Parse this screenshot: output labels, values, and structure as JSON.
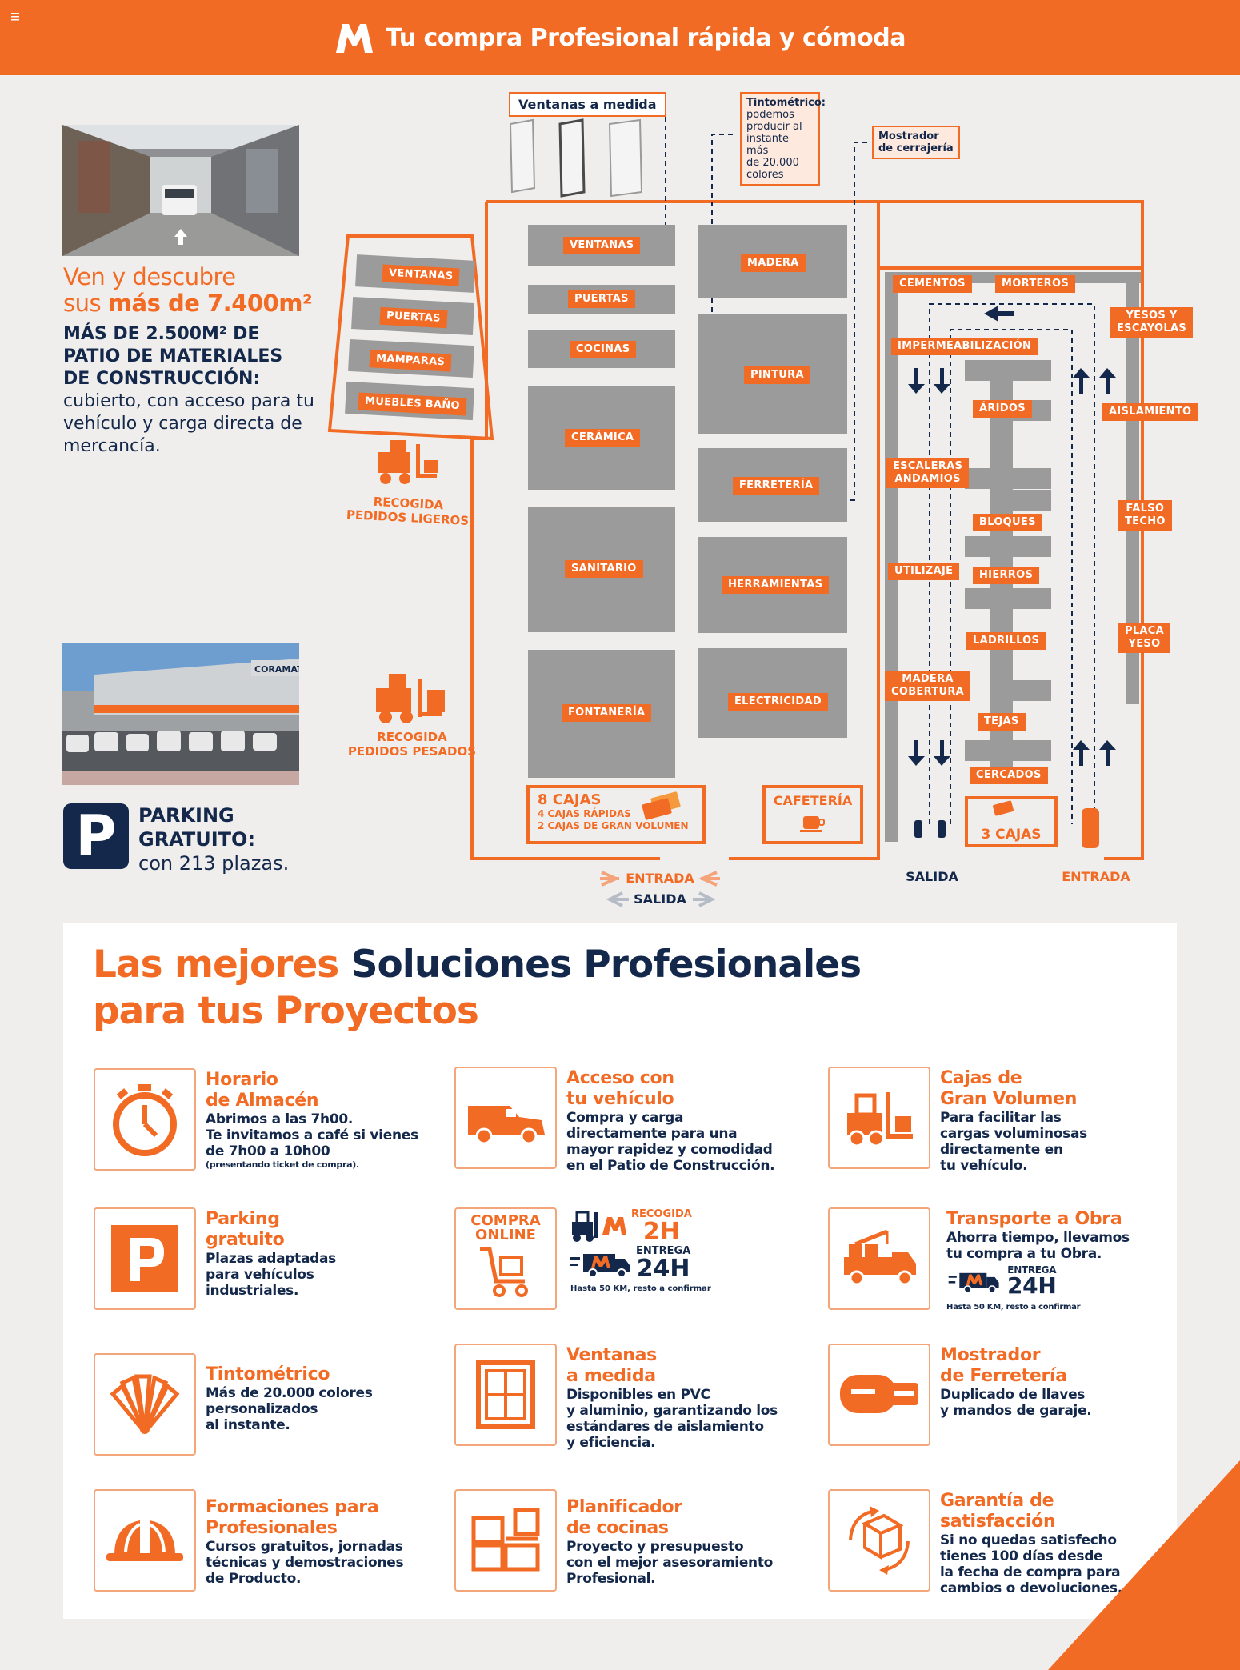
{
  "header": {
    "title": "Tu compra Profesional rápida y cómoda"
  },
  "intro": {
    "line1": "Ven y descubre",
    "line2_pre": "sus ",
    "line2_bold": "más de 7.400m²",
    "caps1": "MÁS DE 2.500M² DE",
    "caps2": "PATIO DE MATERIALES",
    "caps3": "DE CONSTRUCCIÓN:",
    "body1": "cubierto, con acceso para tu",
    "body2": "vehículo y carga directa de",
    "body3": "mercancía."
  },
  "parking": {
    "letter": "P",
    "line1": "PARKING",
    "line2": "GRATUITO:",
    "line3": "con 213 plazas."
  },
  "photo_sign": "CORAMAT",
  "map": {
    "ventanas_medida": "Ventanas a medida",
    "tinto_ann": [
      "Tintométrico:",
      "podemos",
      "producir al",
      "instante más",
      "de 20.000",
      "colores"
    ],
    "mostrador_ann": [
      "Mostrador",
      "de cerrajería"
    ],
    "side_labels": [
      "VENTANAS",
      "PUERTAS",
      "MAMPARAS",
      "MUEBLES BAÑO"
    ],
    "col1": [
      "VENTANAS",
      "PUERTAS",
      "COCINAS",
      "CERÁMICA",
      "SANITARIO",
      "FONTANERÍA"
    ],
    "col2": [
      "MADERA",
      "PINTURA",
      "FERRETERÍA",
      "HERRAMIENTAS",
      "ELECTRICIDAD"
    ],
    "recogida_ligeros": [
      "RECOGIDA",
      "PEDIDOS LIGEROS"
    ],
    "recogida_pesados": [
      "RECOGIDA",
      "PEDIDOS PESADOS"
    ],
    "cajas_title": "8 CAJAS",
    "cajas_l1": "4 CAJAS RÁPIDAS",
    "cajas_l2": "2 CAJAS DE GRAN VOLUMEN",
    "cafeteria": "CAFETERÍA",
    "entrada": "ENTRADA",
    "salida": "SALIDA",
    "yard": {
      "cementos": "CEMENTOS",
      "morteros": "MORTEROS",
      "yesos": [
        "YESOS Y",
        "ESCAYOLAS"
      ],
      "impermeabilizacion": "IMPERMEABILIZACIÓN",
      "aislamiento": "AISLAMIENTO",
      "aridos": "ÁRIDOS",
      "escaleras": [
        "ESCALERAS",
        "ANDAMIOS"
      ],
      "falso_techo": [
        "FALSO",
        "TECHO"
      ],
      "bloques": "BLOQUES",
      "utilizaje": "UTILIZAJE",
      "hierros": "HIERROS",
      "ladrillos": "LADRILLOS",
      "placa_yeso": [
        "PLACA",
        "YESO"
      ],
      "madera_cobertura": [
        "MADERA",
        "COBERTURA"
      ],
      "tejas": "TEJAS",
      "cercados": "CERCADOS",
      "tres_cajas": "3 CAJAS",
      "salida": "SALIDA",
      "entrada": "ENTRADA"
    }
  },
  "services": {
    "heading_orange1": "Las mejores ",
    "heading_navy": "Soluciones Profesionales",
    "heading_orange2": "para tus Proyectos",
    "horario": {
      "t1": "Horario",
      "t2": "de Almacén",
      "b": "Abrimos a las 7h00.",
      "d1": "Te invitamos a café si vienes",
      "d2": "de 7h00 a 10h00",
      "small": "(presentando ticket de compra)."
    },
    "acceso": {
      "t1": "Acceso con",
      "t2": "tu vehículo",
      "d1a": "Compra y ",
      "d1b": "carga",
      "d2a": "directamente",
      "d2b": " para una",
      "d3": "mayor rapidez y comodidad",
      "d4": "en el Patio de Construcción."
    },
    "cajas": {
      "t1": "Cajas de",
      "t2": "Gran Volumen",
      "d1": "Para facilitar las",
      "d2": "cargas voluminosas",
      "d3": "directamente en",
      "d4": "tu vehículo."
    },
    "parking": {
      "t1": "Parking",
      "t2": "gratuito",
      "b": "Plazas adaptadas",
      "d1": "para vehículos",
      "d2": "industriales."
    },
    "online": {
      "c1": "COMPRA",
      "c2": "ONLINE",
      "r1": "RECOGIDA",
      "r2": "2H",
      "e1": "ENTREGA",
      "e2": "24H",
      "note": "Hasta 50 KM, resto a confirmar"
    },
    "transporte": {
      "t1": "Transporte a Obra",
      "d1": "Ahorra tiempo, llevamos",
      "d2": "tu compra a tu Obra.",
      "e1": "ENTREGA",
      "e2": "24H",
      "note": "Hasta 50 KM, resto a confirmar"
    },
    "tinto": {
      "t1": "Tintométrico",
      "d1a": "Más de ",
      "d1b": "20.000 colores",
      "d2": "personalizados",
      "d3": "al instante."
    },
    "ventanas": {
      "t1": "Ventanas",
      "t2": "a medida",
      "d1a": "Disponibles en ",
      "d1b": "PVC",
      "d2a": "y aluminio,",
      "d2b": " garantizando los",
      "d3": "estándares de aislamiento",
      "d4": "y eficiencia."
    },
    "mostrador": {
      "t1": "Mostrador",
      "t2": "de Ferretería",
      "d1": "Duplicado de llaves",
      "d2": "y mandos de garaje."
    },
    "formaciones": {
      "t1": "Formaciones para",
      "t2": "Profesionales",
      "d1": "Cursos gratuitos, jornadas",
      "d2": "técnicas y demostraciones",
      "d3": "de Producto."
    },
    "planificador": {
      "t1": "Planificador",
      "t2": "de cocinas",
      "d1": "Proyecto y presupuesto",
      "d2a": "con el ",
      "d2b": "mejor asesoramiento",
      "d3": "Profesional."
    },
    "garantia": {
      "t1": "Garantía de",
      "t2": "satisfacción",
      "d1": "Si no quedas satisfecho",
      "d2a": "tienes ",
      "d2b": "100 días",
      "d2c": " desde",
      "d3": "la fecha de compra para",
      "d4": "cambios o devoluciones",
      "d4end": "."
    }
  },
  "colors": {
    "orange": "#f26b24",
    "navy": "#13284a",
    "grey": "#9b9b9b",
    "background": "#efeeed"
  }
}
